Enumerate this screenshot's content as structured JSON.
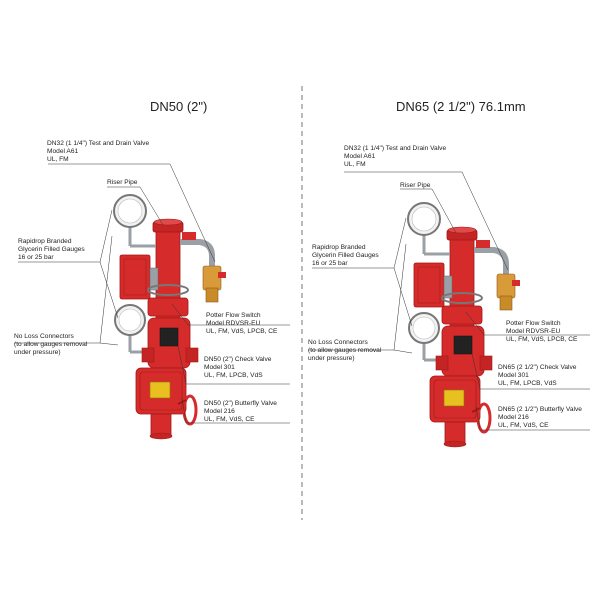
{
  "colors": {
    "valve_red": "#d62b2b",
    "valve_dark": "#a11818",
    "brass": "#d99a3a",
    "steel": "#9aa0a6",
    "gauge_face": "#f2f2f2",
    "leader": "#333333",
    "divider": "#555555"
  },
  "left": {
    "title": "DN50 (2\")",
    "test_drain": {
      "line1": "DN32 (1 1/4\") Test and Drain Valve",
      "line2": "Model A61",
      "line3": "UL, FM"
    },
    "riser": {
      "line1": "Riser Pipe"
    },
    "gauges": {
      "line1": "Rapidrop Branded",
      "line2": "Glycerin Filled Gauges",
      "line3": "16 or 25 bar"
    },
    "connectors": {
      "line1": "No Loss Connectors",
      "line2": "(to allow gauges removal",
      "line3": "under pressure)"
    },
    "flow_switch": {
      "line1": "Potter Flow Switch",
      "line2": "Model RDVSR-EU",
      "line3": "UL, FM, VdS, LPCB, CE"
    },
    "check_valve": {
      "line1": "DN50 (2\") Check Valve",
      "line2": "Model 301",
      "line3": "UL, FM, LPCB, VdS"
    },
    "butterfly": {
      "line1": "DN50 (2\") Butterfly Valve",
      "line2": "Model 216",
      "line3": "UL, FM, VdS, CE"
    }
  },
  "right": {
    "title": "DN65 (2 1/2\") 76.1mm",
    "test_drain": {
      "line1": "DN32 (1 1/4\") Test and Drain Valve",
      "line2": "Model A61",
      "line3": "UL, FM"
    },
    "riser": {
      "line1": "Riser Pipe"
    },
    "gauges": {
      "line1": "Rapidrop Branded",
      "line2": "Glycerin Filled Gauges",
      "line3": "16 or 25 bar"
    },
    "connectors": {
      "line1": "No Loss Connectors",
      "line2": "(to allow gauges removal",
      "line3": "under pressure)"
    },
    "flow_switch": {
      "line1": "Potter Flow Switch",
      "line2": "Model RDVSR-EU",
      "line3": "UL, FM, VdS, LPCB, CE"
    },
    "check_valve": {
      "line1": "DN65 (2 1/2\") Check Valve",
      "line2": "Model 301",
      "line3": "UL, FM, LPCB, VdS"
    },
    "butterfly": {
      "line1": "DN65 (2 1/2\") Butterfly Valve",
      "line2": "Model 216",
      "line3": "UL, FM, VdS, CE"
    }
  }
}
